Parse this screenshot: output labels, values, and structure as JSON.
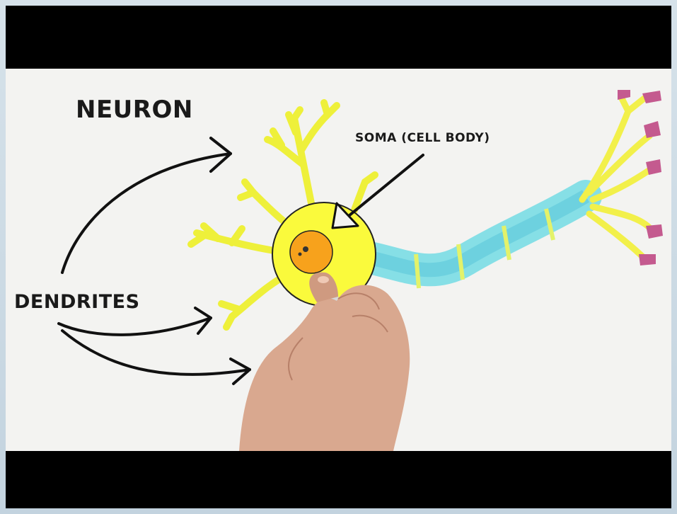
{
  "video": {
    "title_label": "NEURON",
    "soma_label": "SOMA (CELL BODY)",
    "dendrites_label": "DENDRITES"
  },
  "colors": {
    "letterbox": "#000000",
    "paper": "#f3f3f1",
    "cell_body": "#ffff4a",
    "nucleus": "#f7a21c",
    "axon": "#7fdde6",
    "terminals": "#c45a8f",
    "outer_frame": "#cbd9e4"
  }
}
